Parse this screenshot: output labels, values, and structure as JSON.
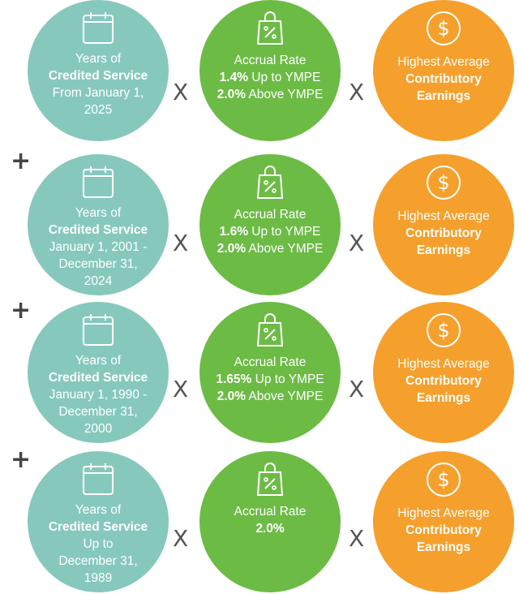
{
  "operators": {
    "multiply": "X",
    "add": "+"
  },
  "rows": [
    {
      "service": {
        "line1": "Years of",
        "bold": "Credited Service",
        "lines": [
          "From January 1,",
          "2025"
        ]
      },
      "accrual": {
        "title": "Accrual Rate",
        "l1_bold": "1.4%",
        "l1_rest": " Up to YMPE",
        "l2_bold": "2.0%",
        "l2_rest": " Above YMPE"
      },
      "earnings": {
        "line1": "Highest Average",
        "bold1": "Contributory",
        "bold2": "Earnings"
      }
    },
    {
      "service": {
        "line1": "Years of",
        "bold": "Credited Service",
        "lines": [
          "January 1, 2001 -",
          "December 31,",
          "2024"
        ]
      },
      "accrual": {
        "title": "Accrual Rate",
        "l1_bold": "1.6%",
        "l1_rest": " Up to YMPE",
        "l2_bold": "2.0%",
        "l2_rest": " Above YMPE"
      },
      "earnings": {
        "line1": "Highest Average",
        "bold1": "Contributory",
        "bold2": "Earnings"
      }
    },
    {
      "service": {
        "line1": "Years of",
        "bold": "Credited Service",
        "lines": [
          "January 1, 1990 -",
          "December 31,",
          "2000"
        ]
      },
      "accrual": {
        "title": "Accrual Rate",
        "l1_bold": "1.65%",
        "l1_rest": " Up to YMPE",
        "l2_bold": "2.0%",
        "l2_rest": " Above YMPE"
      },
      "earnings": {
        "line1": "Highest Average",
        "bold1": "Contributory",
        "bold2": "Earnings"
      }
    },
    {
      "service": {
        "line1": "Years of",
        "bold": "Credited Service",
        "lines": [
          "Up to",
          "December 31,",
          "1989"
        ]
      },
      "accrual": {
        "title": "Accrual Rate",
        "l1_bold": "2.0%",
        "l1_rest": "",
        "l2_bold": "",
        "l2_rest": ""
      },
      "earnings": {
        "line1": "Highest Average",
        "bold1": "Contributory",
        "bold2": "Earnings"
      }
    }
  ],
  "colors": {
    "teal": "#86c9bc",
    "green": "#6cbb45",
    "orange": "#f5a02c"
  }
}
